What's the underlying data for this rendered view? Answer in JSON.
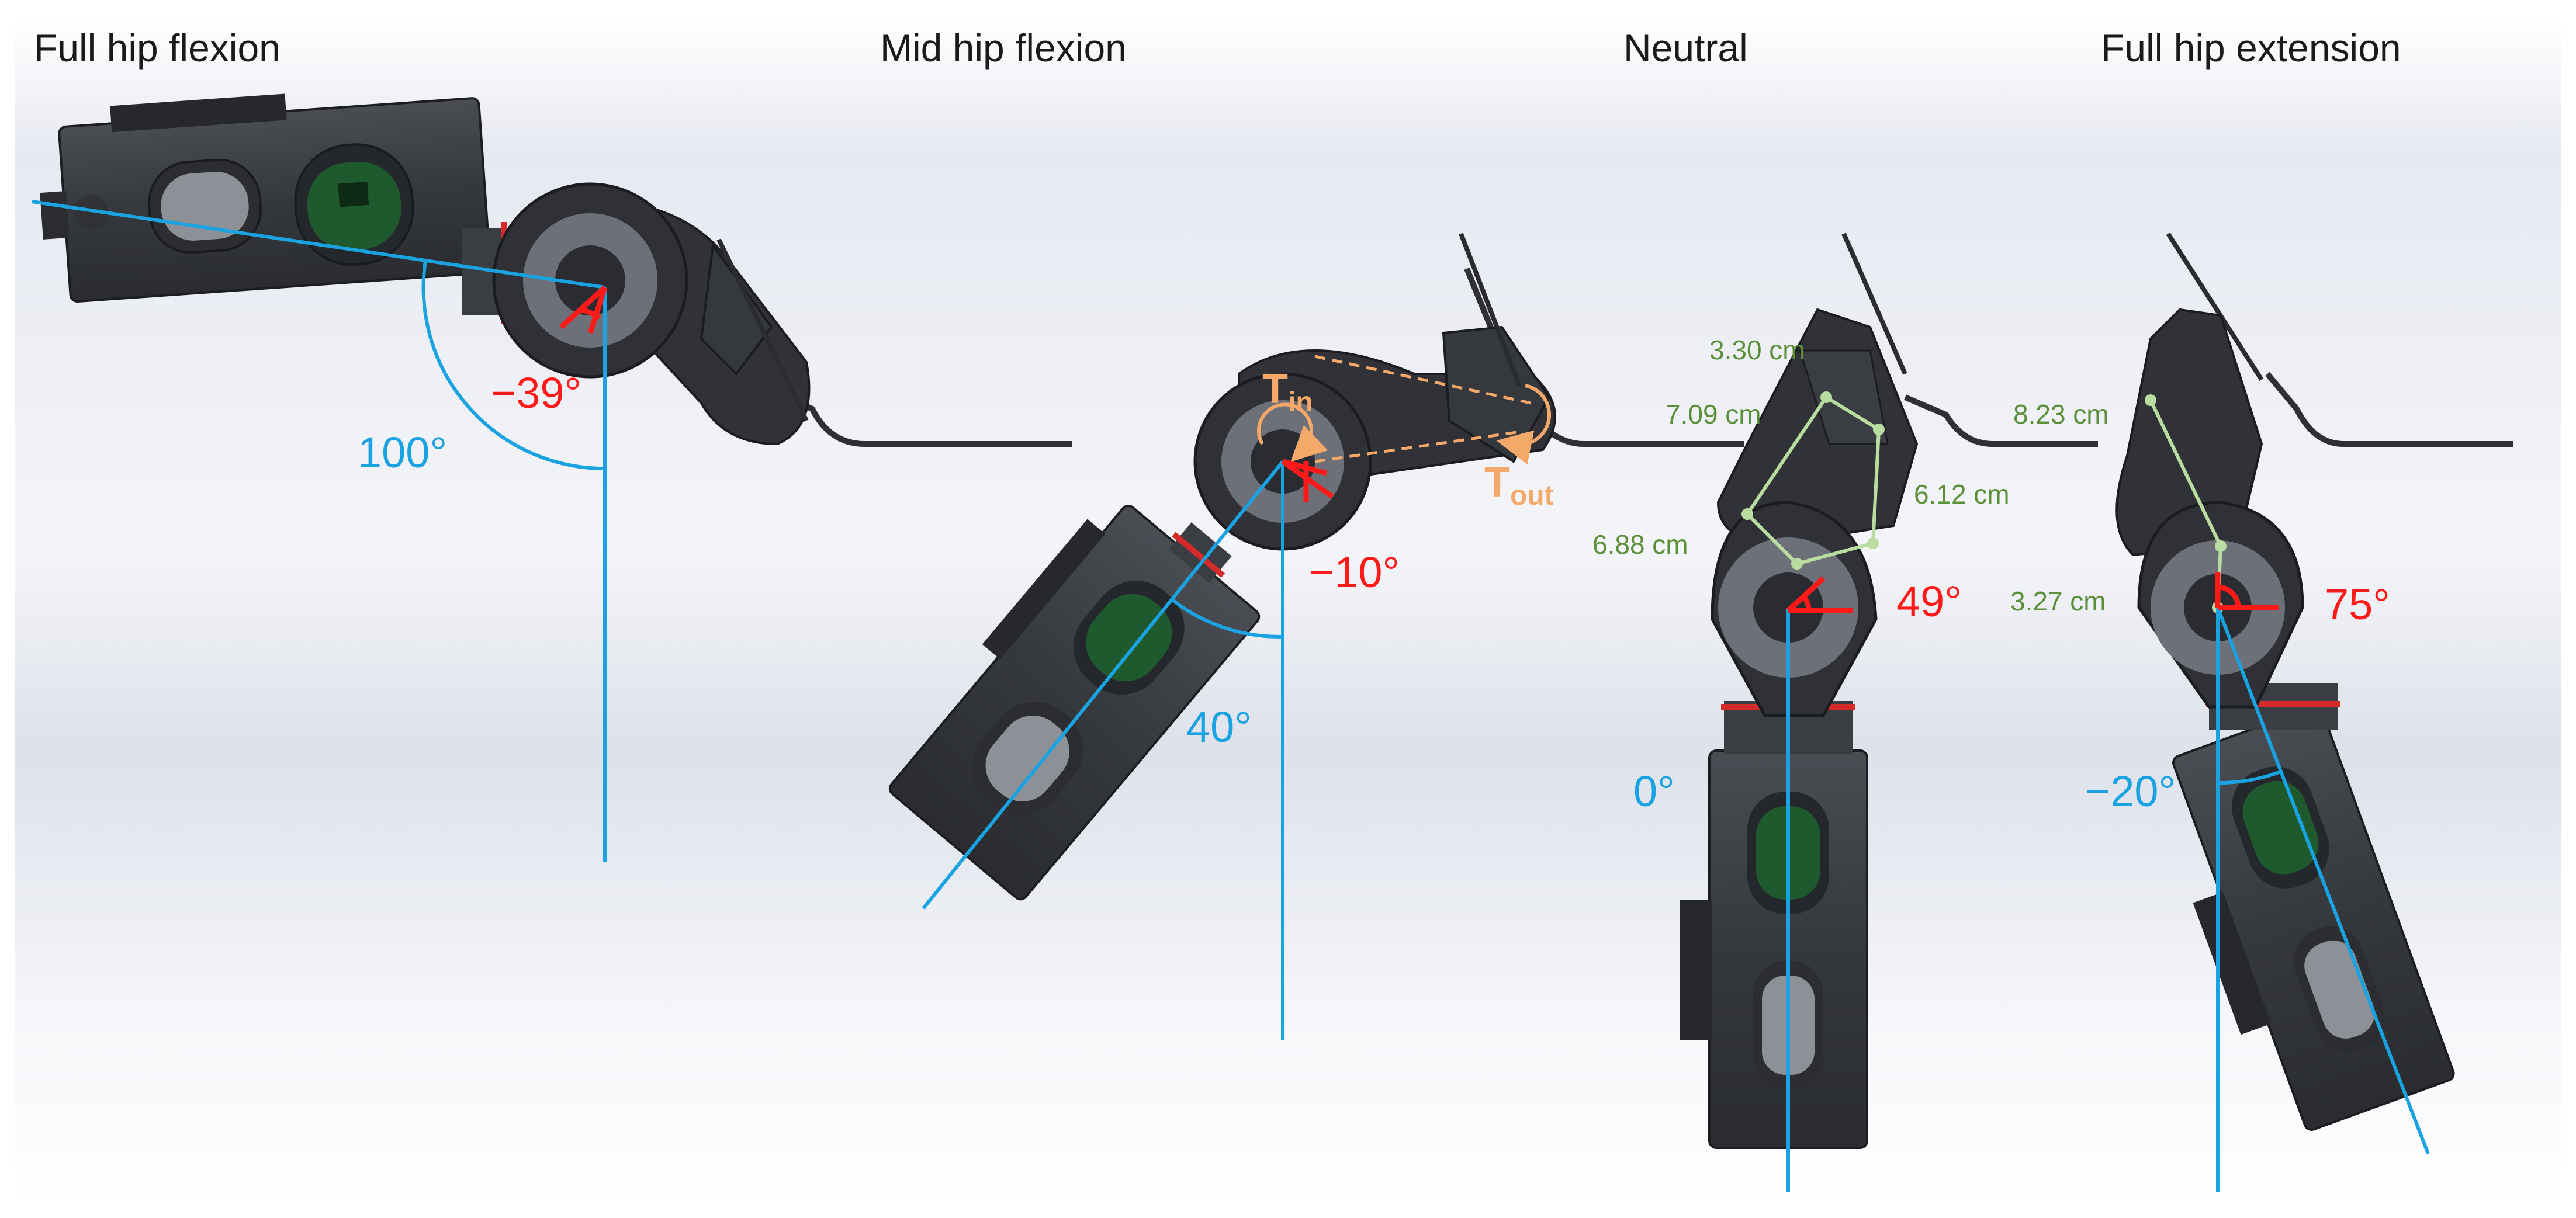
{
  "panels": [
    {
      "title": "Full hip flexion",
      "hip_angle": "100°",
      "knee_angle": "−39°"
    },
    {
      "title": "Mid hip flexion",
      "hip_angle": "40°",
      "knee_angle": "−10°",
      "torque_in": {
        "main": "T",
        "sub": "in"
      },
      "torque_out": {
        "main": "T",
        "sub": "out"
      }
    },
    {
      "title": "Neutral",
      "hip_angle": "0°",
      "knee_angle": "49°",
      "links": [
        "3.30 cm",
        "7.09 cm",
        "6.12 cm",
        "6.88 cm"
      ]
    },
    {
      "title": "Full hip extension",
      "hip_angle": "−20°",
      "knee_angle": "75°",
      "links": [
        "8.23 cm",
        "3.27 cm"
      ]
    }
  ],
  "colors": {
    "hip_angle": "#1aa3e0",
    "knee_angle": "#ff1a1a",
    "torque": "#f4a86a",
    "link_length": "#5b8f3a",
    "part_body": "#3a3d42",
    "part_dark": "#26282c",
    "pcb": "#1e5a2e",
    "red_band": "#d42a2a"
  }
}
